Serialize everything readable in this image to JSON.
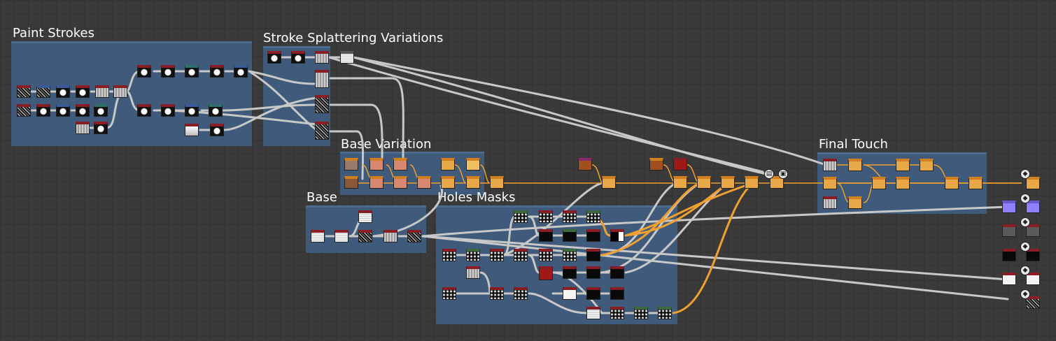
{
  "frames": {
    "paint_strokes": "Paint Strokes",
    "stroke_splattering": "Stroke Splattering Variations",
    "base_variation": "Base Variation",
    "base": "Base",
    "holes_masks": "Holes Masks",
    "final_touch": "Final Touch"
  },
  "icons": {
    "output": "output-node-icon",
    "comment": "comment-icon",
    "pin": "pin-icon"
  },
  "colors": {
    "frame_fill": "#3f5a7a",
    "wire_gray": "#c8c8c8",
    "wire_orange": "#f0a030",
    "canvas_bg": "#3a3a3a"
  }
}
